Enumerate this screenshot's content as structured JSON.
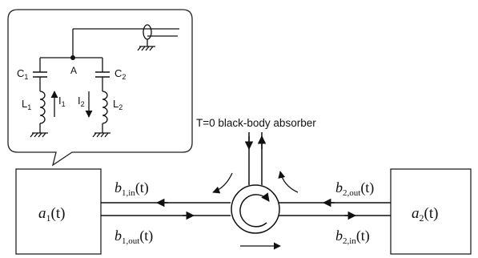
{
  "circuit": {
    "c1": "C",
    "c1_sub": "1",
    "c2": "C",
    "c2_sub": "2",
    "l1": "L",
    "l1_sub": "1",
    "l2": "L",
    "l2_sub": "2",
    "i1": "I",
    "i1_sub": "1",
    "i2": "I",
    "i2_sub": "2",
    "node": "A"
  },
  "absorber_label": "T=0 black-body absorber",
  "cavity_1": {
    "sym": "a",
    "sub": "1",
    "arg": "(t)"
  },
  "cavity_2": {
    "sym": "a",
    "sub": "2",
    "arg": "(t)"
  },
  "b1_in": {
    "sym": "b",
    "sub": "1,in",
    "arg": "(t)"
  },
  "b1_out": {
    "sym": "b",
    "sub": "1,out",
    "arg": "(t)"
  },
  "b2_out": {
    "sym": "b",
    "sub": "2,out",
    "arg": "(t)"
  },
  "b2_in": {
    "sym": "b",
    "sub": "2,in",
    "arg": "(t)"
  }
}
